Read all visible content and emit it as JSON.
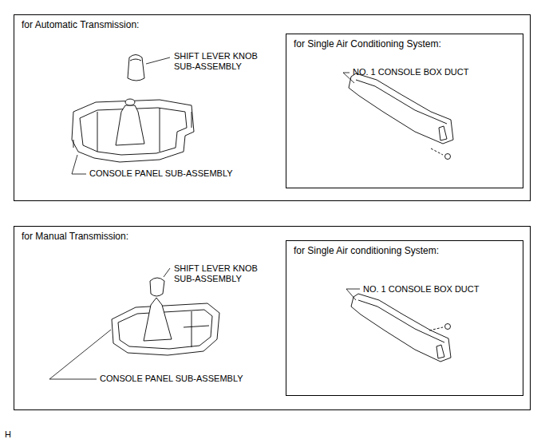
{
  "diagram": {
    "nodes": [
      {
        "text": [
          "for Automatic Transmission:"
        ]
      },
      {
        "text": [
          "for Single Air Conditioning System:"
        ],
        "in": 0
      },
      {
        "text": [
          "for Manual Transmission:"
        ]
      },
      {
        "text": [
          "for Single Air conditioning System:"
        ],
        "in": 2
      }
    ],
    "labels": [
      "SHIFT LEVER KNOB SUB-ASSEMBLY",
      "CONSOLE PANEL SUB-ASSEMBLY",
      "NO. 1 CONSOLE BOX DUCT",
      "SHIFT LEVER KNOB SUB-ASSEMBLY",
      "CONSOLE PANEL SUB-ASSEMBLY",
      "NO. 1 CONSOLE BOX DUCT",
      "H"
    ]
  }
}
